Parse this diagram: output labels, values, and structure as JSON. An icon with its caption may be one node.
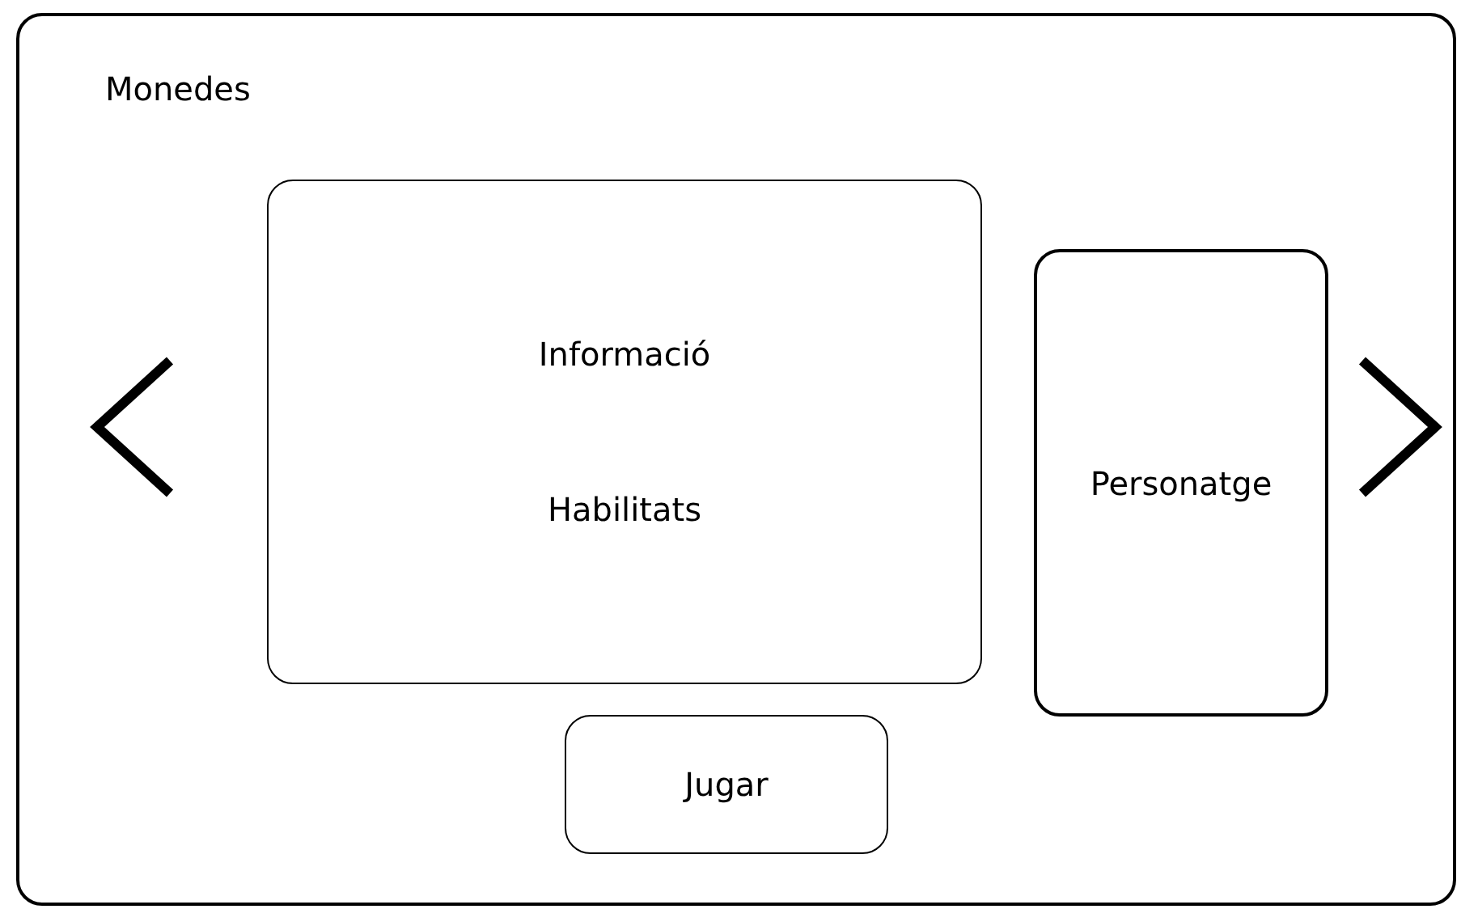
{
  "diagram": {
    "nodes": [
      {
        "text": [
          "Monedes"
        ]
      },
      {
        "text": [
          "Informació",
          "Habilitats"
        ],
        "in": 0
      },
      {
        "text": [
          "Personatge"
        ],
        "in": 0
      },
      {
        "text": [
          "Jugar"
        ],
        "in": 0
      }
    ]
  }
}
